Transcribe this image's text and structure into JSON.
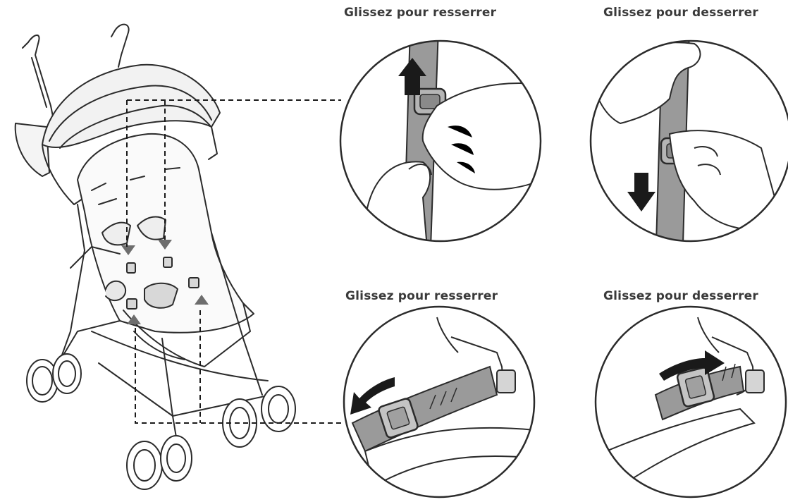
{
  "captions": {
    "top_left": "Glissez pour resserrer",
    "top_right": "Glissez pour desserrer",
    "bottom_left": "Glissez pour resserrer",
    "bottom_right": "Glissez pour desserrer"
  },
  "colors": {
    "line": "#2b2b2b",
    "strap": "#9a9a9a",
    "strap_light": "#c9c9c9",
    "arrow": "#1a1a1a",
    "marker": "#6d6d6d"
  }
}
